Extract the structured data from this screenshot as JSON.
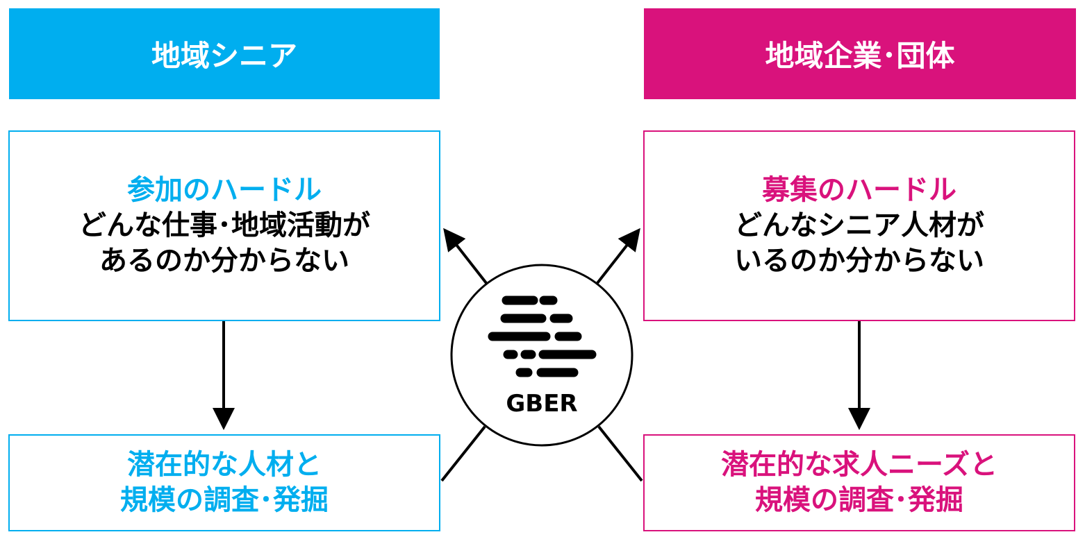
{
  "left_header": "地域シニア",
  "right_header": "地域企業･団体",
  "left_top_box": {
    "title": "参加のハードル",
    "line1": "どんな仕事･地域活動が",
    "line2": "あるのか分からない"
  },
  "right_top_box": {
    "title": "募集のハードル",
    "line1": "どんなシニア人材が",
    "line2": "いるのか分からない"
  },
  "left_bottom_box": {
    "line1": "潜在的な人材と",
    "line2": "規模の調査･発掘"
  },
  "right_bottom_box": {
    "line1": "潜在的な求人ニーズと",
    "line2": "規模の調査･発掘"
  },
  "hub": {
    "label": "GBER"
  },
  "colors": {
    "left_accent": "#00aeef",
    "right_accent": "#d9127c",
    "line": "#000000"
  },
  "icons": {
    "hub_logo": "gber-dash-logo"
  }
}
